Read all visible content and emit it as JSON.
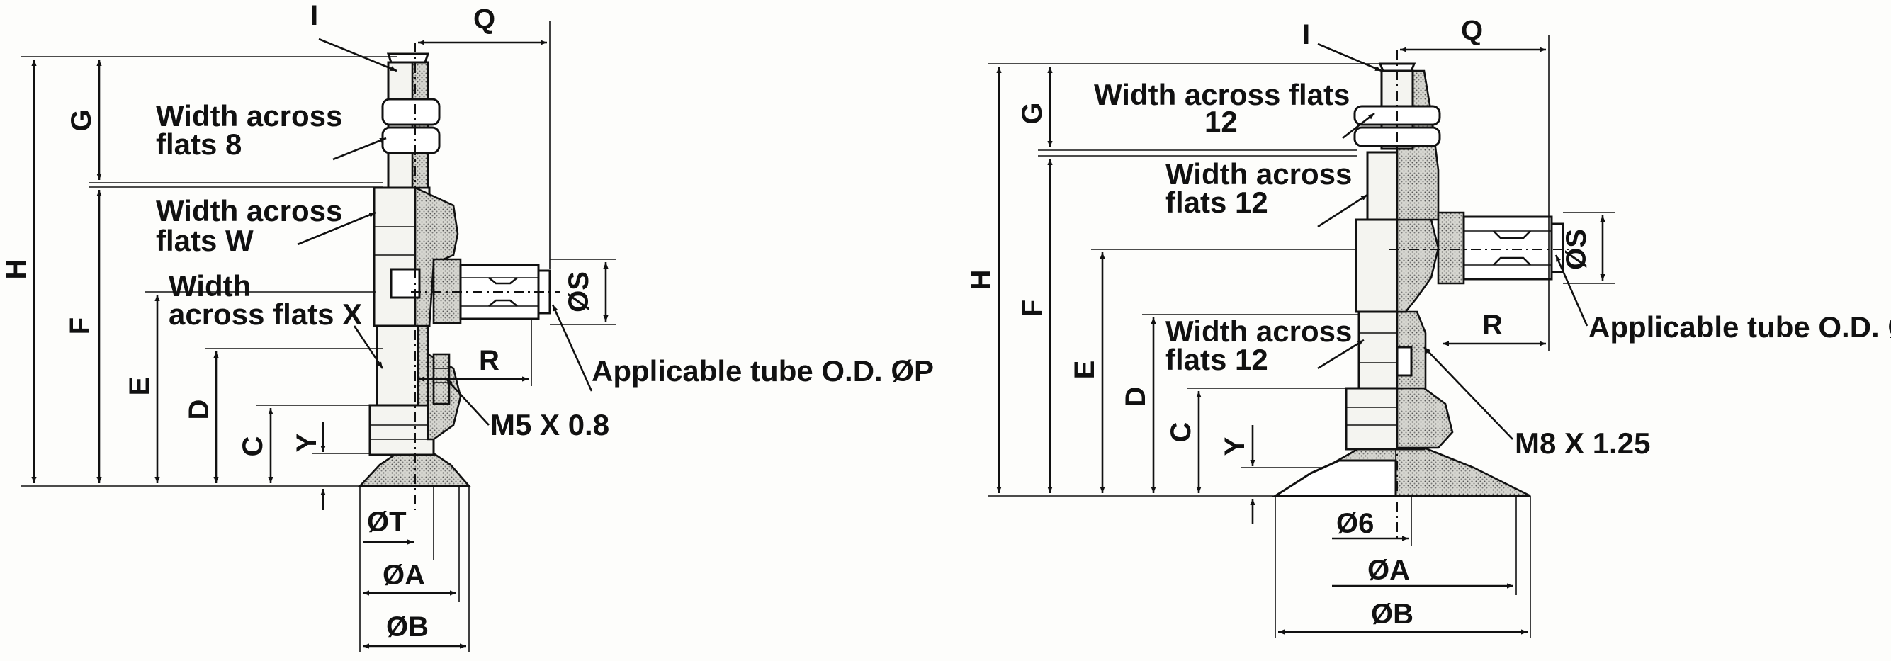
{
  "left": {
    "dims": {
      "I": "I",
      "Q": "Q",
      "G": "G",
      "H": "H",
      "F": "F",
      "E": "E",
      "D": "D",
      "C": "C",
      "Y": "Y",
      "R": "R",
      "S": "ØS",
      "T": "ØT",
      "A": "ØA",
      "B": "ØB"
    },
    "labels": {
      "wa8_1": "Width across",
      "wa8_2": "flats 8",
      "waW_1": "Width across",
      "waW_2": "flats W",
      "waX_1": "Width",
      "waX_2": "across flats X",
      "tube": "Applicable tube O.D. ØP",
      "thread": "M5 X 0.8"
    }
  },
  "right": {
    "dims": {
      "I": "I",
      "Q": "Q",
      "G": "G",
      "H": "H",
      "F": "F",
      "E": "E",
      "D": "D",
      "C": "C",
      "Y": "Y",
      "R": "R",
      "S": "ØS",
      "d6": "Ø6",
      "A": "ØA",
      "B": "ØB"
    },
    "labels": {
      "wa12a_1": "Width across flats",
      "wa12a_2": "12",
      "wa12b_1": "Width across",
      "wa12b_2": "flats 12",
      "wa12c_1": "Width across",
      "wa12c_2": "flats 12",
      "tube": "Applicable tube O.D. ØP",
      "thread": "M8 X 1.25"
    }
  }
}
